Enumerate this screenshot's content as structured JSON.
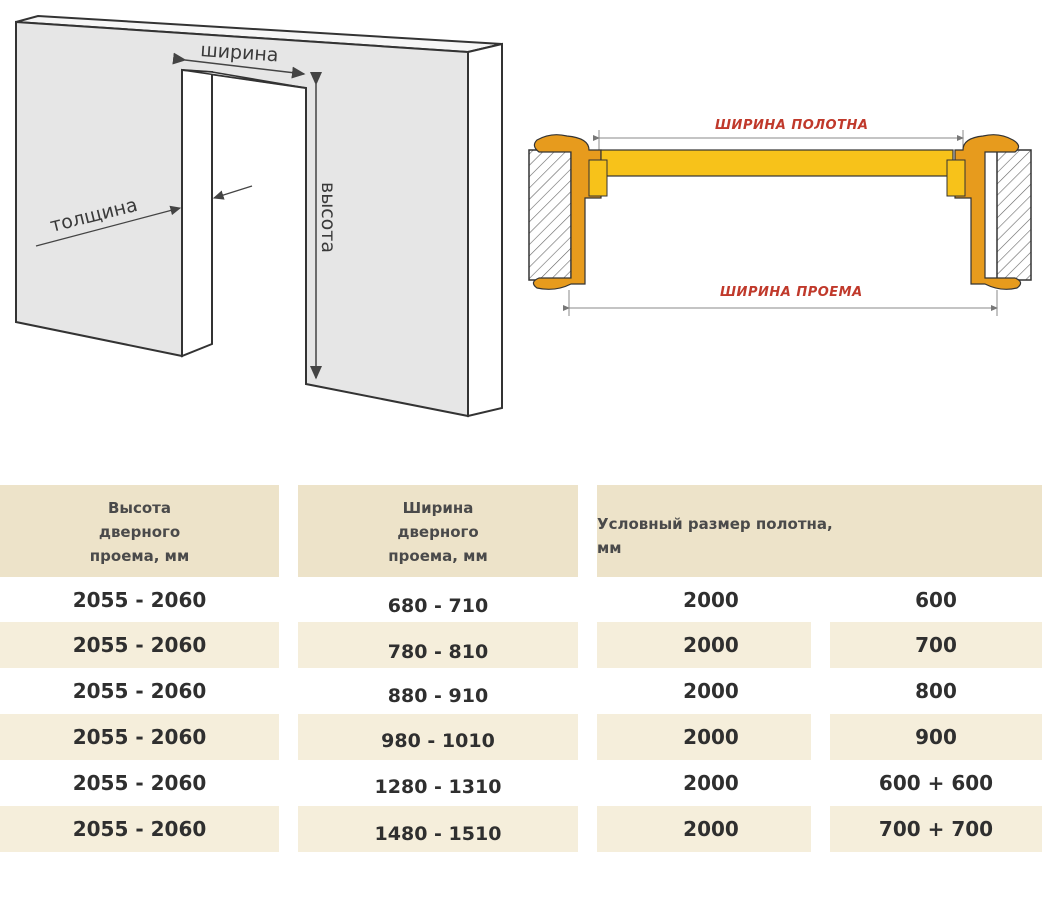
{
  "wall_diagram": {
    "label_width": "ширина",
    "label_thickness": "толщина",
    "label_height": "высота"
  },
  "frame_diagram": {
    "label_leaf_width": "ШИРИНА ПОЛОТНА",
    "label_opening_width": "ШИРИНА ПРОЕМА"
  },
  "table": {
    "headers": {
      "height": [
        "Высота",
        "дверного",
        "проема, мм"
      ],
      "width": [
        "Ширина",
        "дверного",
        "проема, мм"
      ],
      "leaf": [
        "Условный размер полотна,",
        "мм"
      ]
    },
    "rows": [
      {
        "height": "2055 - 2060",
        "width": "680 - 710",
        "leaf_h": "2000",
        "leaf_w": "600"
      },
      {
        "height": "2055 - 2060",
        "width": "780 - 810",
        "leaf_h": "2000",
        "leaf_w": "700"
      },
      {
        "height": "2055 - 2060",
        "width": "880 - 910",
        "leaf_h": "2000",
        "leaf_w": "800"
      },
      {
        "height": "2055 - 2060",
        "width": "980 - 1010",
        "leaf_h": "2000",
        "leaf_w": "900"
      },
      {
        "height": "2055 - 2060",
        "width": "1280 - 1310",
        "leaf_h": "2000",
        "leaf_w": "600 + 600"
      },
      {
        "height": "2055 - 2060",
        "width": "1480 - 1510",
        "leaf_h": "2000",
        "leaf_w": "700 + 700"
      }
    ]
  },
  "colors": {
    "wall_face": "#e6e6e6",
    "wall_edge": "#ffffff",
    "frame_yellow": "#f7c21a",
    "frame_orange": "#e79b1d",
    "header_bg": "#ede3c9",
    "row_shade": "#f5eedb"
  }
}
